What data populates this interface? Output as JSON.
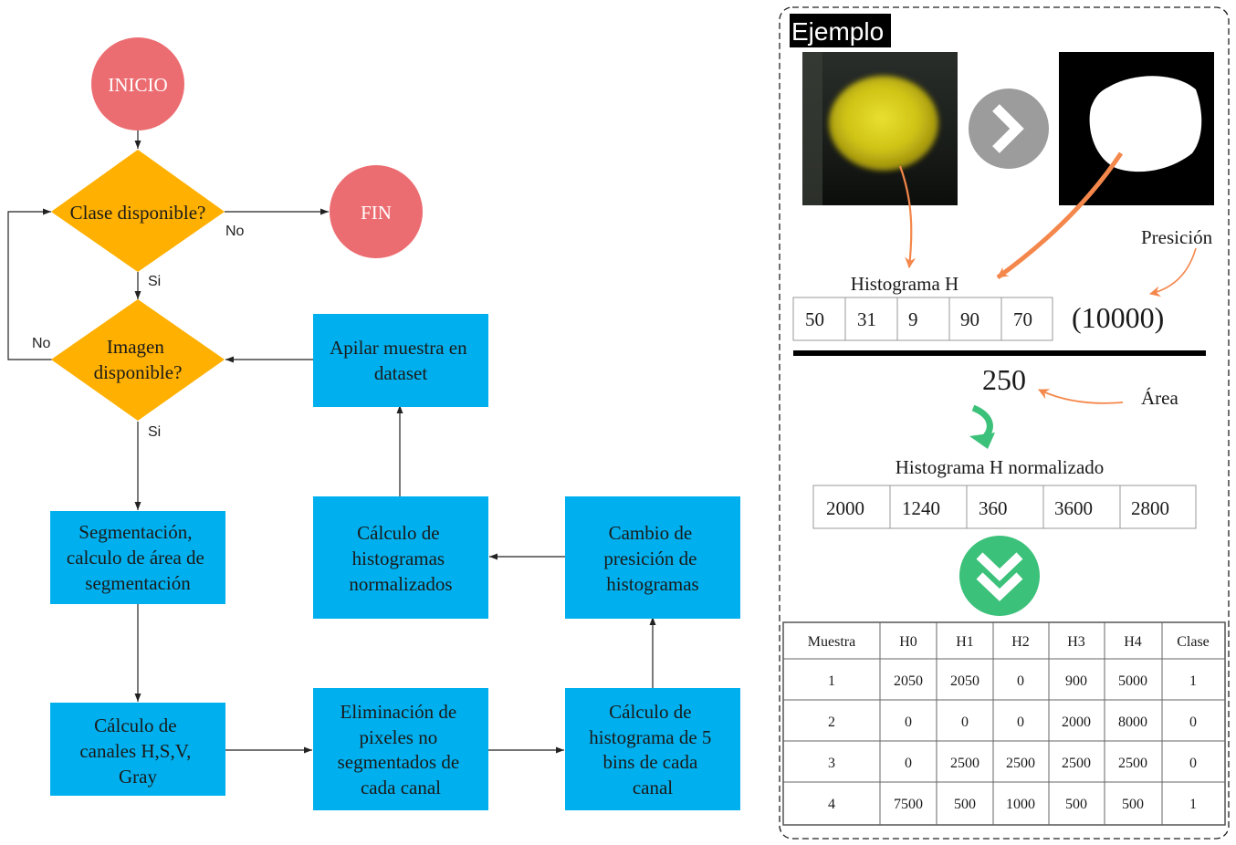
{
  "colors": {
    "terminal": "#ec6d71",
    "decision": "#ffb000",
    "process": "#00b0ee",
    "orange_arrow": "#f4874b",
    "green_arrow": "#3cc17a",
    "gray_button": "#9c9c9c"
  },
  "flowchart": {
    "start": "INICIO",
    "end": "FIN",
    "decision_class": "Clase disponible?",
    "decision_image": [
      "Imagen",
      "disponible?"
    ],
    "label_no_class": "No",
    "label_si_class": "Si",
    "label_no_image": "No",
    "label_si_image": "Si",
    "step_segment": [
      "Segmentación,",
      "calculo de área de",
      "segmentación"
    ],
    "step_channels": [
      "Cálculo de",
      "canales H,S,V,",
      "Gray"
    ],
    "step_remove": [
      "Eliminación de",
      "pixeles no",
      "segmentados de",
      "cada canal"
    ],
    "step_hist5": [
      "Cálculo de",
      "histograma de 5",
      "bins de cada",
      "canal"
    ],
    "step_precision": [
      "Cambio de",
      "presición de",
      "histogramas"
    ],
    "step_norm": [
      "Cálculo de",
      "histogramas",
      "normalizados"
    ],
    "step_stack": [
      "Apilar muestra en",
      "dataset"
    ]
  },
  "example": {
    "title": "Ejemplo",
    "histogram_label": "Histograma H",
    "histogram_values": [
      "50",
      "31",
      "9",
      "90",
      "70"
    ],
    "precision_label": "Presición",
    "precision_value": "(10000)",
    "area_value": "250",
    "area_label": "Área",
    "normalized_label": "Histograma H normalizado",
    "normalized_values": [
      "2000",
      "1240",
      "360",
      "3600",
      "2800"
    ],
    "table": {
      "headers": [
        "Muestra",
        "H0",
        "H1",
        "H2",
        "H3",
        "H4",
        "Clase"
      ],
      "rows": [
        [
          "1",
          "2050",
          "2050",
          "0",
          "900",
          "5000",
          "1"
        ],
        [
          "2",
          "0",
          "0",
          "0",
          "2000",
          "8000",
          "0"
        ],
        [
          "3",
          "0",
          "2500",
          "2500",
          "2500",
          "2500",
          "0"
        ],
        [
          "4",
          "7500",
          "500",
          "1000",
          "500",
          "500",
          "1"
        ]
      ]
    }
  }
}
